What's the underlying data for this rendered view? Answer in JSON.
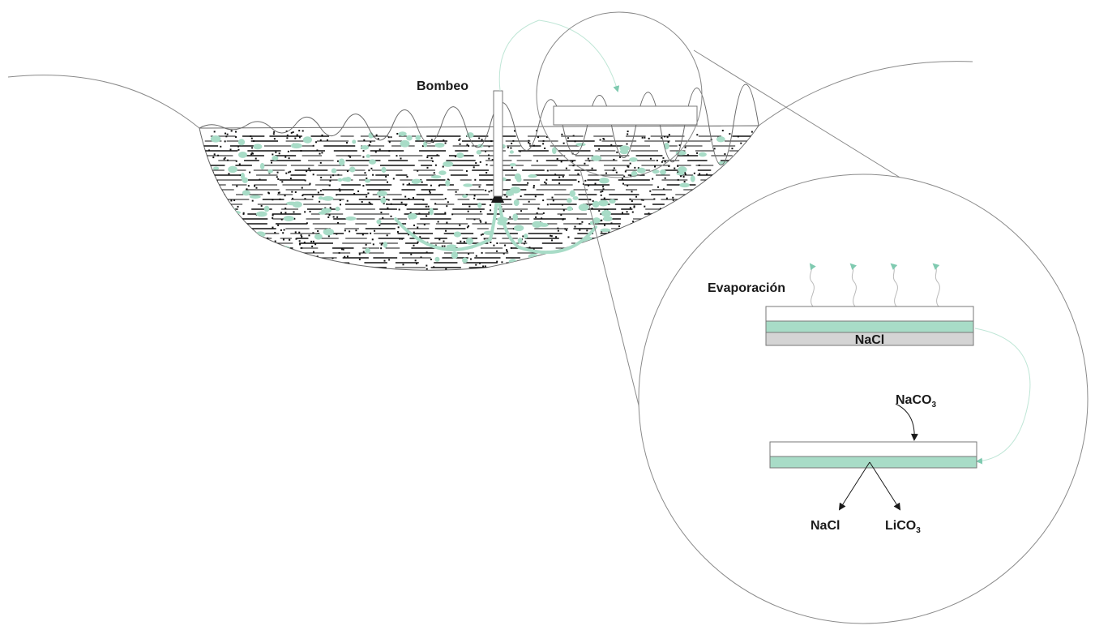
{
  "labels": {
    "pumping": "Bombeo",
    "evaporation": "Evaporación",
    "salt_layer": "NaCl",
    "reagent_base": "NaCO",
    "reagent_sub": "3",
    "product_1": "NaCl",
    "product_2_base": "LiCO",
    "product_2_sub": "3"
  },
  "colors": {
    "brine": "#a8dcc7",
    "brine_dark": "#7fcab0",
    "salt": "#d4d4d4",
    "line": "#7a7a7a",
    "sediment": "#111111"
  },
  "icons": {
    "vapor": "wavy-up-arrow",
    "flow": "curved-arrow"
  }
}
